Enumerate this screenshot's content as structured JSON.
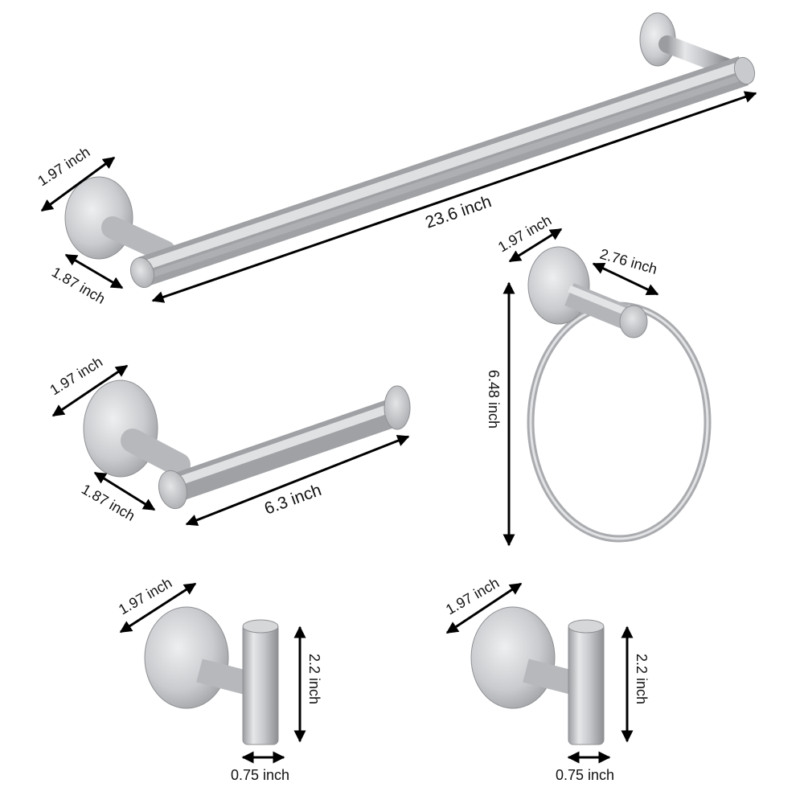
{
  "colors": {
    "metal_light": "#e3e4e6",
    "metal_mid": "#bdbfc2",
    "metal_dark": "#8e9093",
    "arrow": "#000000",
    "background": "#ffffff"
  },
  "dimensions": {
    "towel_bar": {
      "base_diameter": "1.97 inch",
      "projection": "1.87 inch",
      "length": "23.6 inch"
    },
    "paper_holder": {
      "base_diameter": "1.97 inch",
      "projection": "1.87 inch",
      "length": "6.3 inch"
    },
    "towel_ring": {
      "base_diameter": "1.97 inch",
      "projection": "2.76 inch",
      "height": "6.48 inch"
    },
    "hook_left": {
      "base_diameter": "1.97 inch",
      "height": "2.2 inch",
      "width": "0.75 inch"
    },
    "hook_right": {
      "base_diameter": "1.97 inch",
      "height": "2.2 inch",
      "width": "0.75 inch"
    }
  }
}
